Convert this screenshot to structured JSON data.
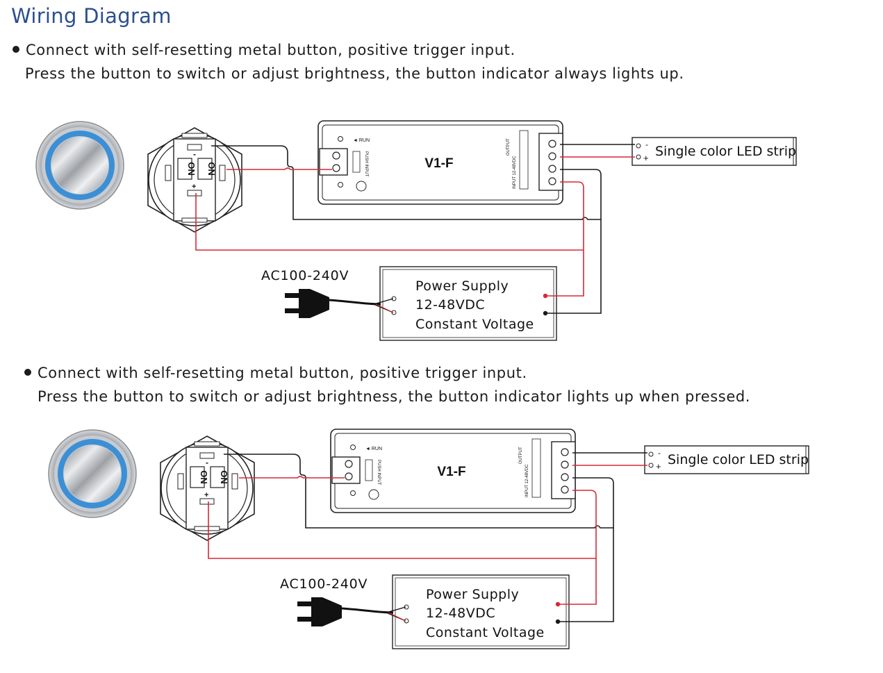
{
  "title": "Wiring Diagram",
  "sections": [
    {
      "line1": "Connect with self-resetting metal button, positive trigger input.",
      "line2": "Press the button to switch or adjust brightness, the button indicator always lights up."
    },
    {
      "line1": "Connect with self-resetting metal button, positive trigger input.",
      "line2": "Press the button to switch or adjust brightness, the button indicator lights up when pressed."
    }
  ],
  "labels": {
    "controller": "V1-F",
    "run": "◄ RUN",
    "push_input": "PUSH INPUT",
    "output": "OUTPUT",
    "input_rating": "INPUT 12-48VDC",
    "switch_on": "ON",
    "led_strip": "Single color LED strip",
    "ac": "AC100-240V",
    "psu_line1": "Power Supply",
    "psu_line2": "12-48VDC",
    "psu_line3": "Constant Voltage",
    "minus": "-",
    "plus": "+"
  },
  "colors": {
    "title": "#2b4f8f",
    "red_wire": "#d42a36",
    "black_wire": "#1a1a1a",
    "indicator_ring": "#3b8fd6"
  }
}
